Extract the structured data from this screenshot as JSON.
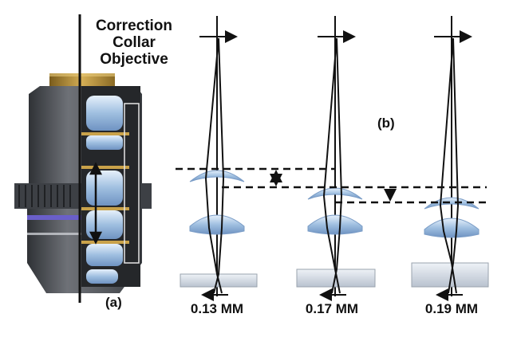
{
  "title": [
    "Correction",
    "Collar",
    "Objective"
  ],
  "panel_labels": {
    "a": "(a)",
    "b": "(b)"
  },
  "coverslips": [
    {
      "thickness": "0.13 MM"
    },
    {
      "thickness": "0.17 MM"
    },
    {
      "thickness": "0.19 MM"
    }
  ],
  "colors": {
    "barrel_dark": "#4a4d52",
    "barrel_mid": "#6b6e74",
    "brass": "#b8923a",
    "lens_blue": "#9fbfe0",
    "glass": "#d7dde6",
    "accent_ring": "#6a5fc9",
    "ink": "#111111"
  }
}
